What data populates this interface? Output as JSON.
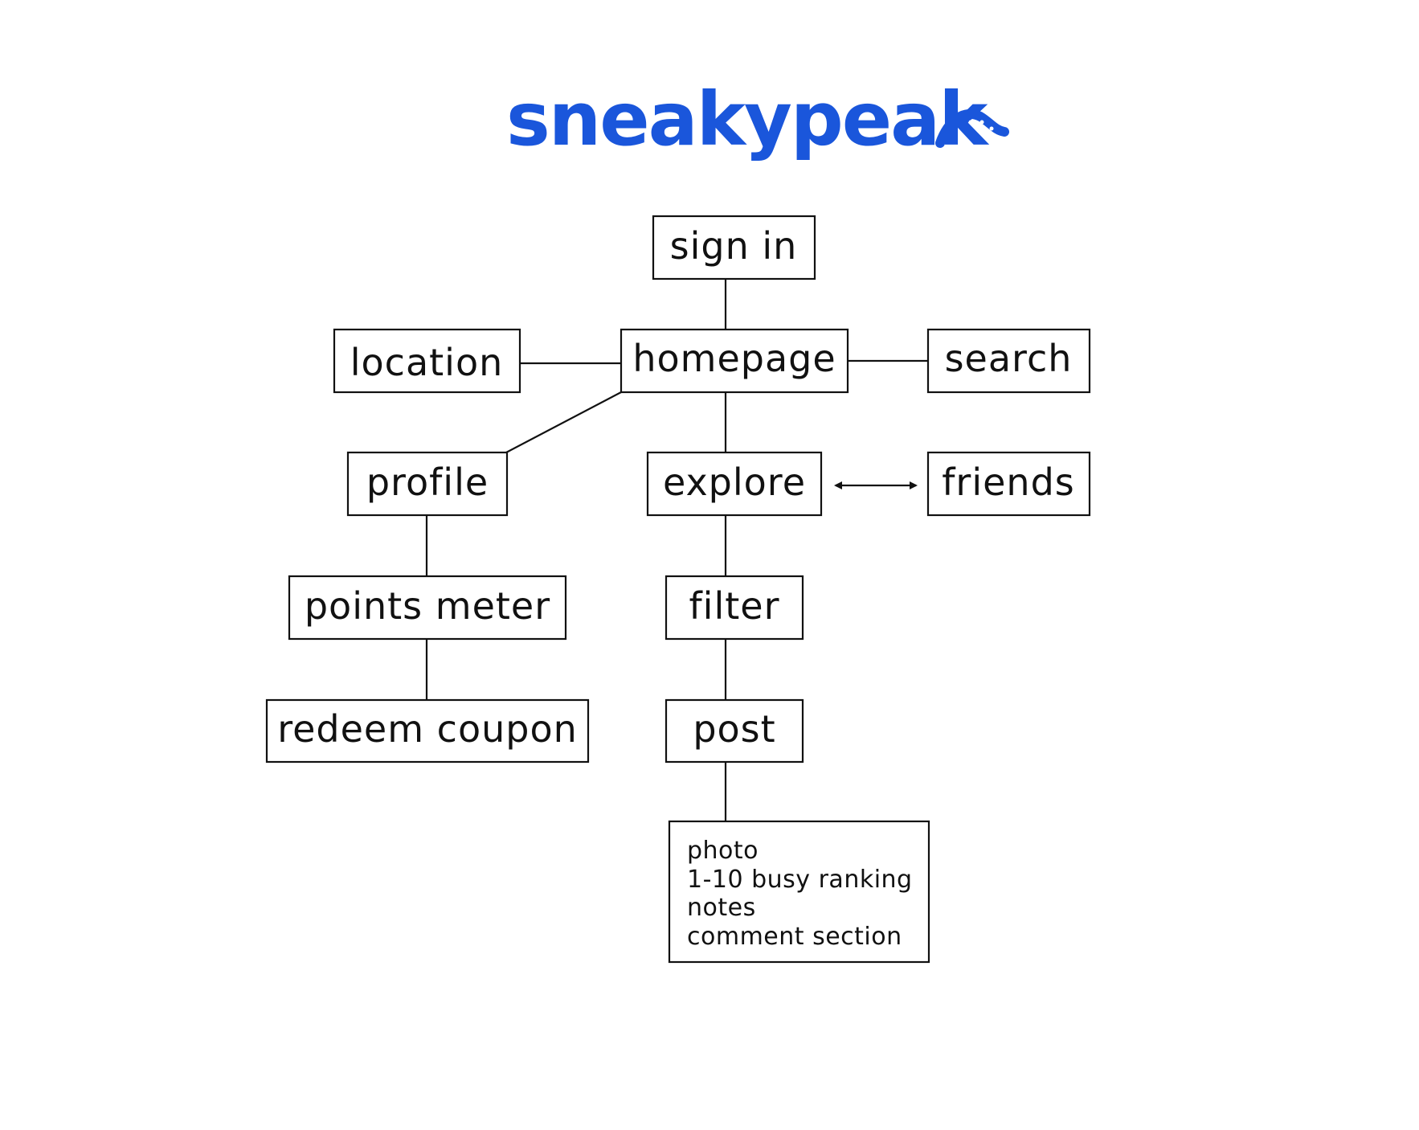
{
  "logo": {
    "text": "sneakypeak",
    "color": "#1a56db"
  },
  "nodes": {
    "sign_in": "sign in",
    "homepage": "homepage",
    "location": "location",
    "search": "search",
    "profile": "profile",
    "explore": "explore",
    "friends": "friends",
    "points_meter": "points meter",
    "filter": "filter",
    "redeem_coupon": "redeem coupon",
    "post": "post"
  },
  "post_details": {
    "lines": [
      "photo",
      "1-10 busy ranking",
      "notes",
      "comment section"
    ]
  },
  "edges": [
    {
      "from": "sign_in",
      "to": "homepage"
    },
    {
      "from": "homepage",
      "to": "location"
    },
    {
      "from": "homepage",
      "to": "search"
    },
    {
      "from": "homepage",
      "to": "profile"
    },
    {
      "from": "homepage",
      "to": "explore"
    },
    {
      "from": "explore",
      "to": "friends",
      "type": "bidirectional"
    },
    {
      "from": "profile",
      "to": "points_meter"
    },
    {
      "from": "points_meter",
      "to": "redeem_coupon"
    },
    {
      "from": "explore",
      "to": "filter"
    },
    {
      "from": "filter",
      "to": "post"
    },
    {
      "from": "post",
      "to": "post_details"
    }
  ]
}
